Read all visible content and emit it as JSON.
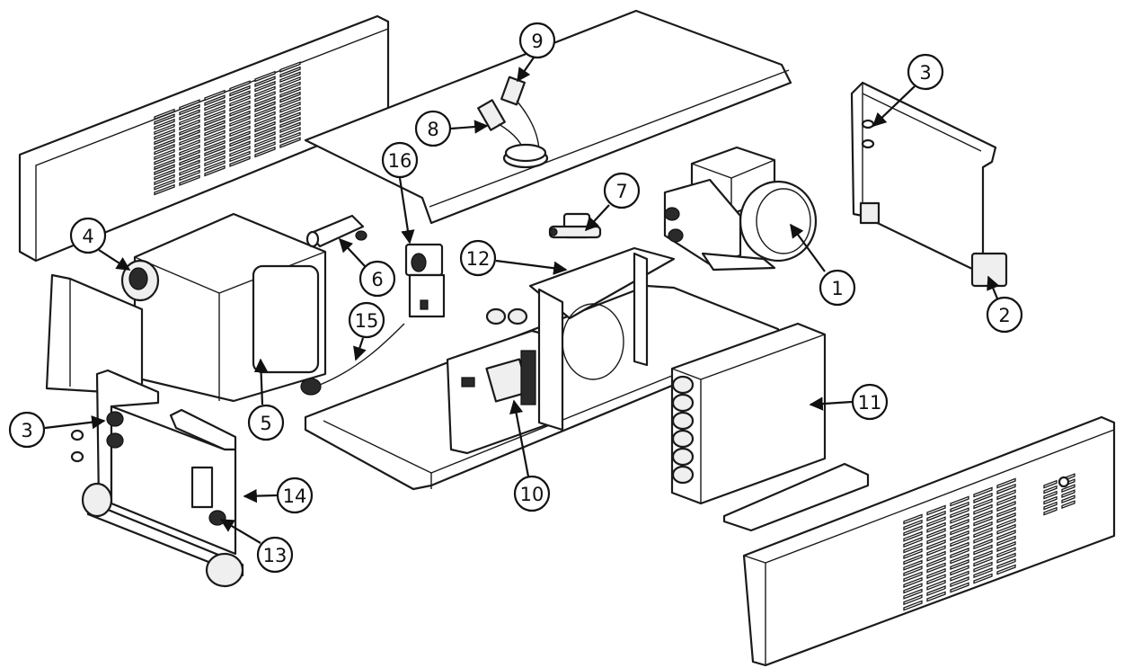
{
  "callouts": [
    {
      "id": "1",
      "label": "1"
    },
    {
      "id": "2",
      "label": "2"
    },
    {
      "id": "3a",
      "label": "3"
    },
    {
      "id": "3b",
      "label": "3"
    },
    {
      "id": "4",
      "label": "4"
    },
    {
      "id": "5",
      "label": "5"
    },
    {
      "id": "6",
      "label": "6"
    },
    {
      "id": "7",
      "label": "7"
    },
    {
      "id": "8",
      "label": "8"
    },
    {
      "id": "9",
      "label": "9"
    },
    {
      "id": "10",
      "label": "10"
    },
    {
      "id": "11",
      "label": "11"
    },
    {
      "id": "12",
      "label": "12"
    },
    {
      "id": "13",
      "label": "13"
    },
    {
      "id": "14",
      "label": "14"
    },
    {
      "id": "15",
      "label": "15"
    },
    {
      "id": "16",
      "label": "16"
    }
  ]
}
